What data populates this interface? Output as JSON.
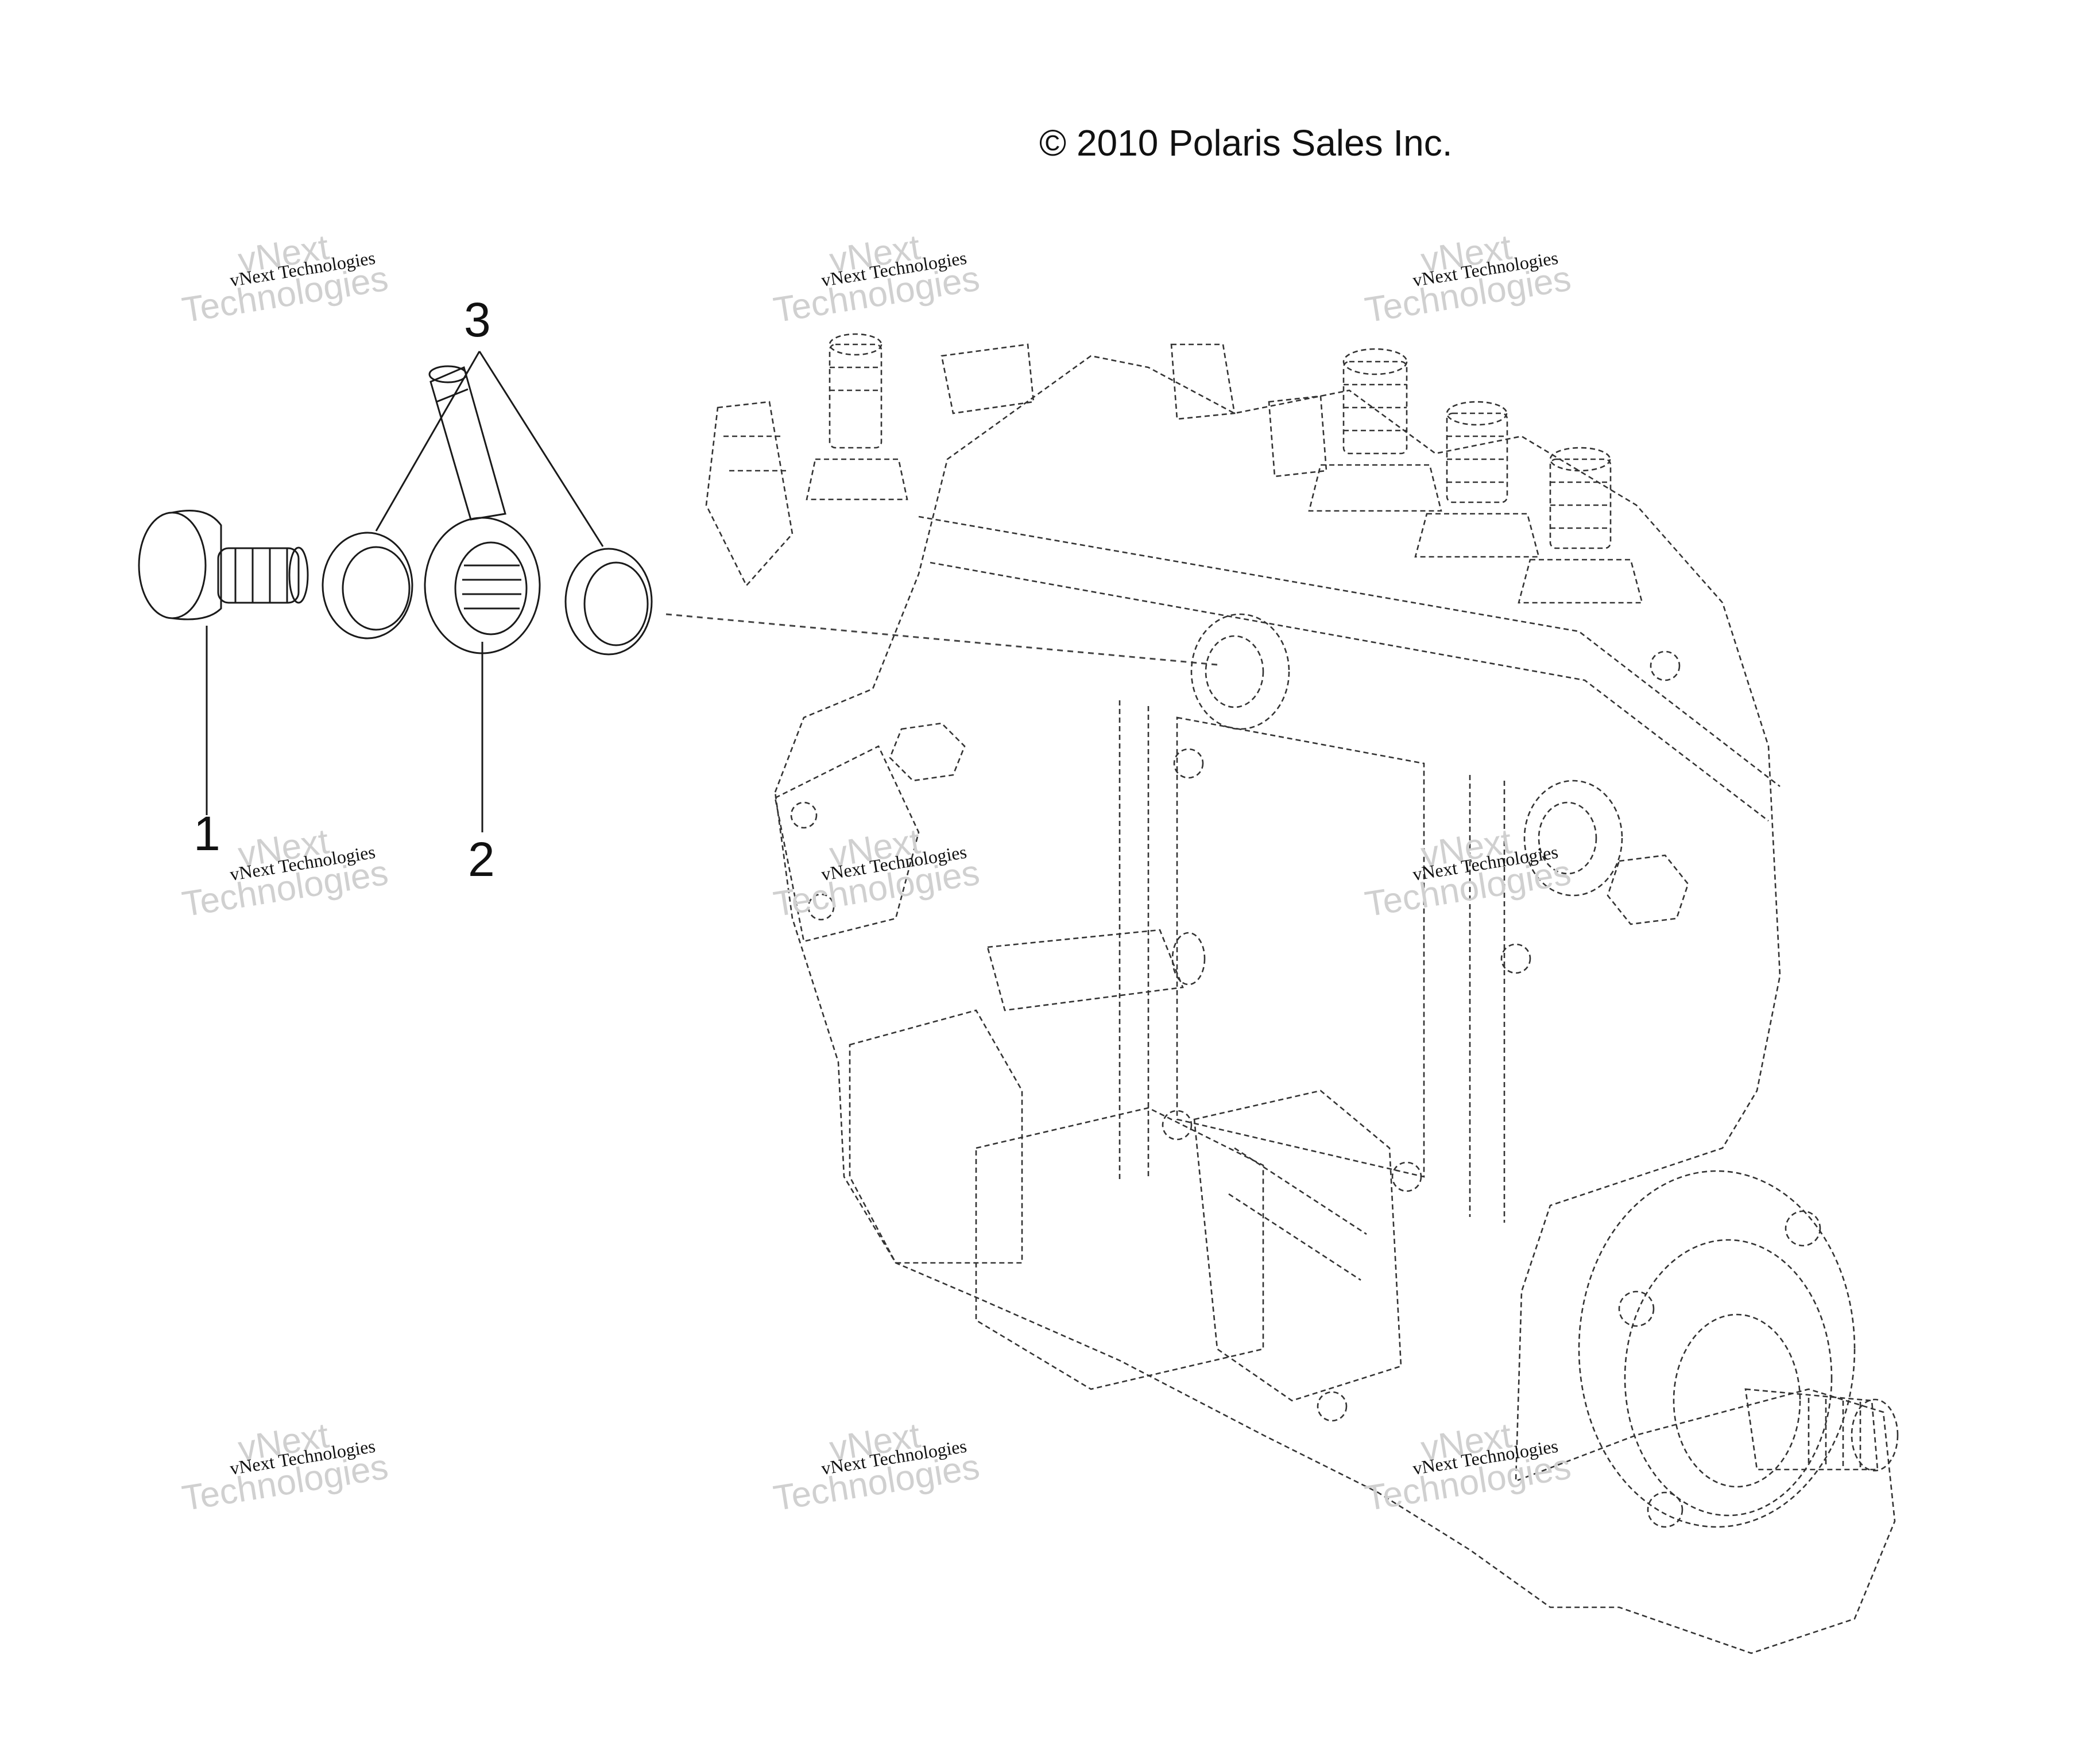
{
  "copyright": "© 2010 Polaris Sales Inc.",
  "callouts": [
    {
      "number": "1",
      "part": "banjo-bolt"
    },
    {
      "number": "2",
      "part": "banjo-fitting"
    },
    {
      "number": "3",
      "part": "sealing-washers"
    }
  ],
  "watermark": {
    "line1": "vNext",
    "line2": "Technologies",
    "small": "vNext Technologies"
  },
  "colors": {
    "line": "#1a1a1a",
    "dashed_line": "#444444",
    "watermark_gray": "#d0d0d0"
  }
}
